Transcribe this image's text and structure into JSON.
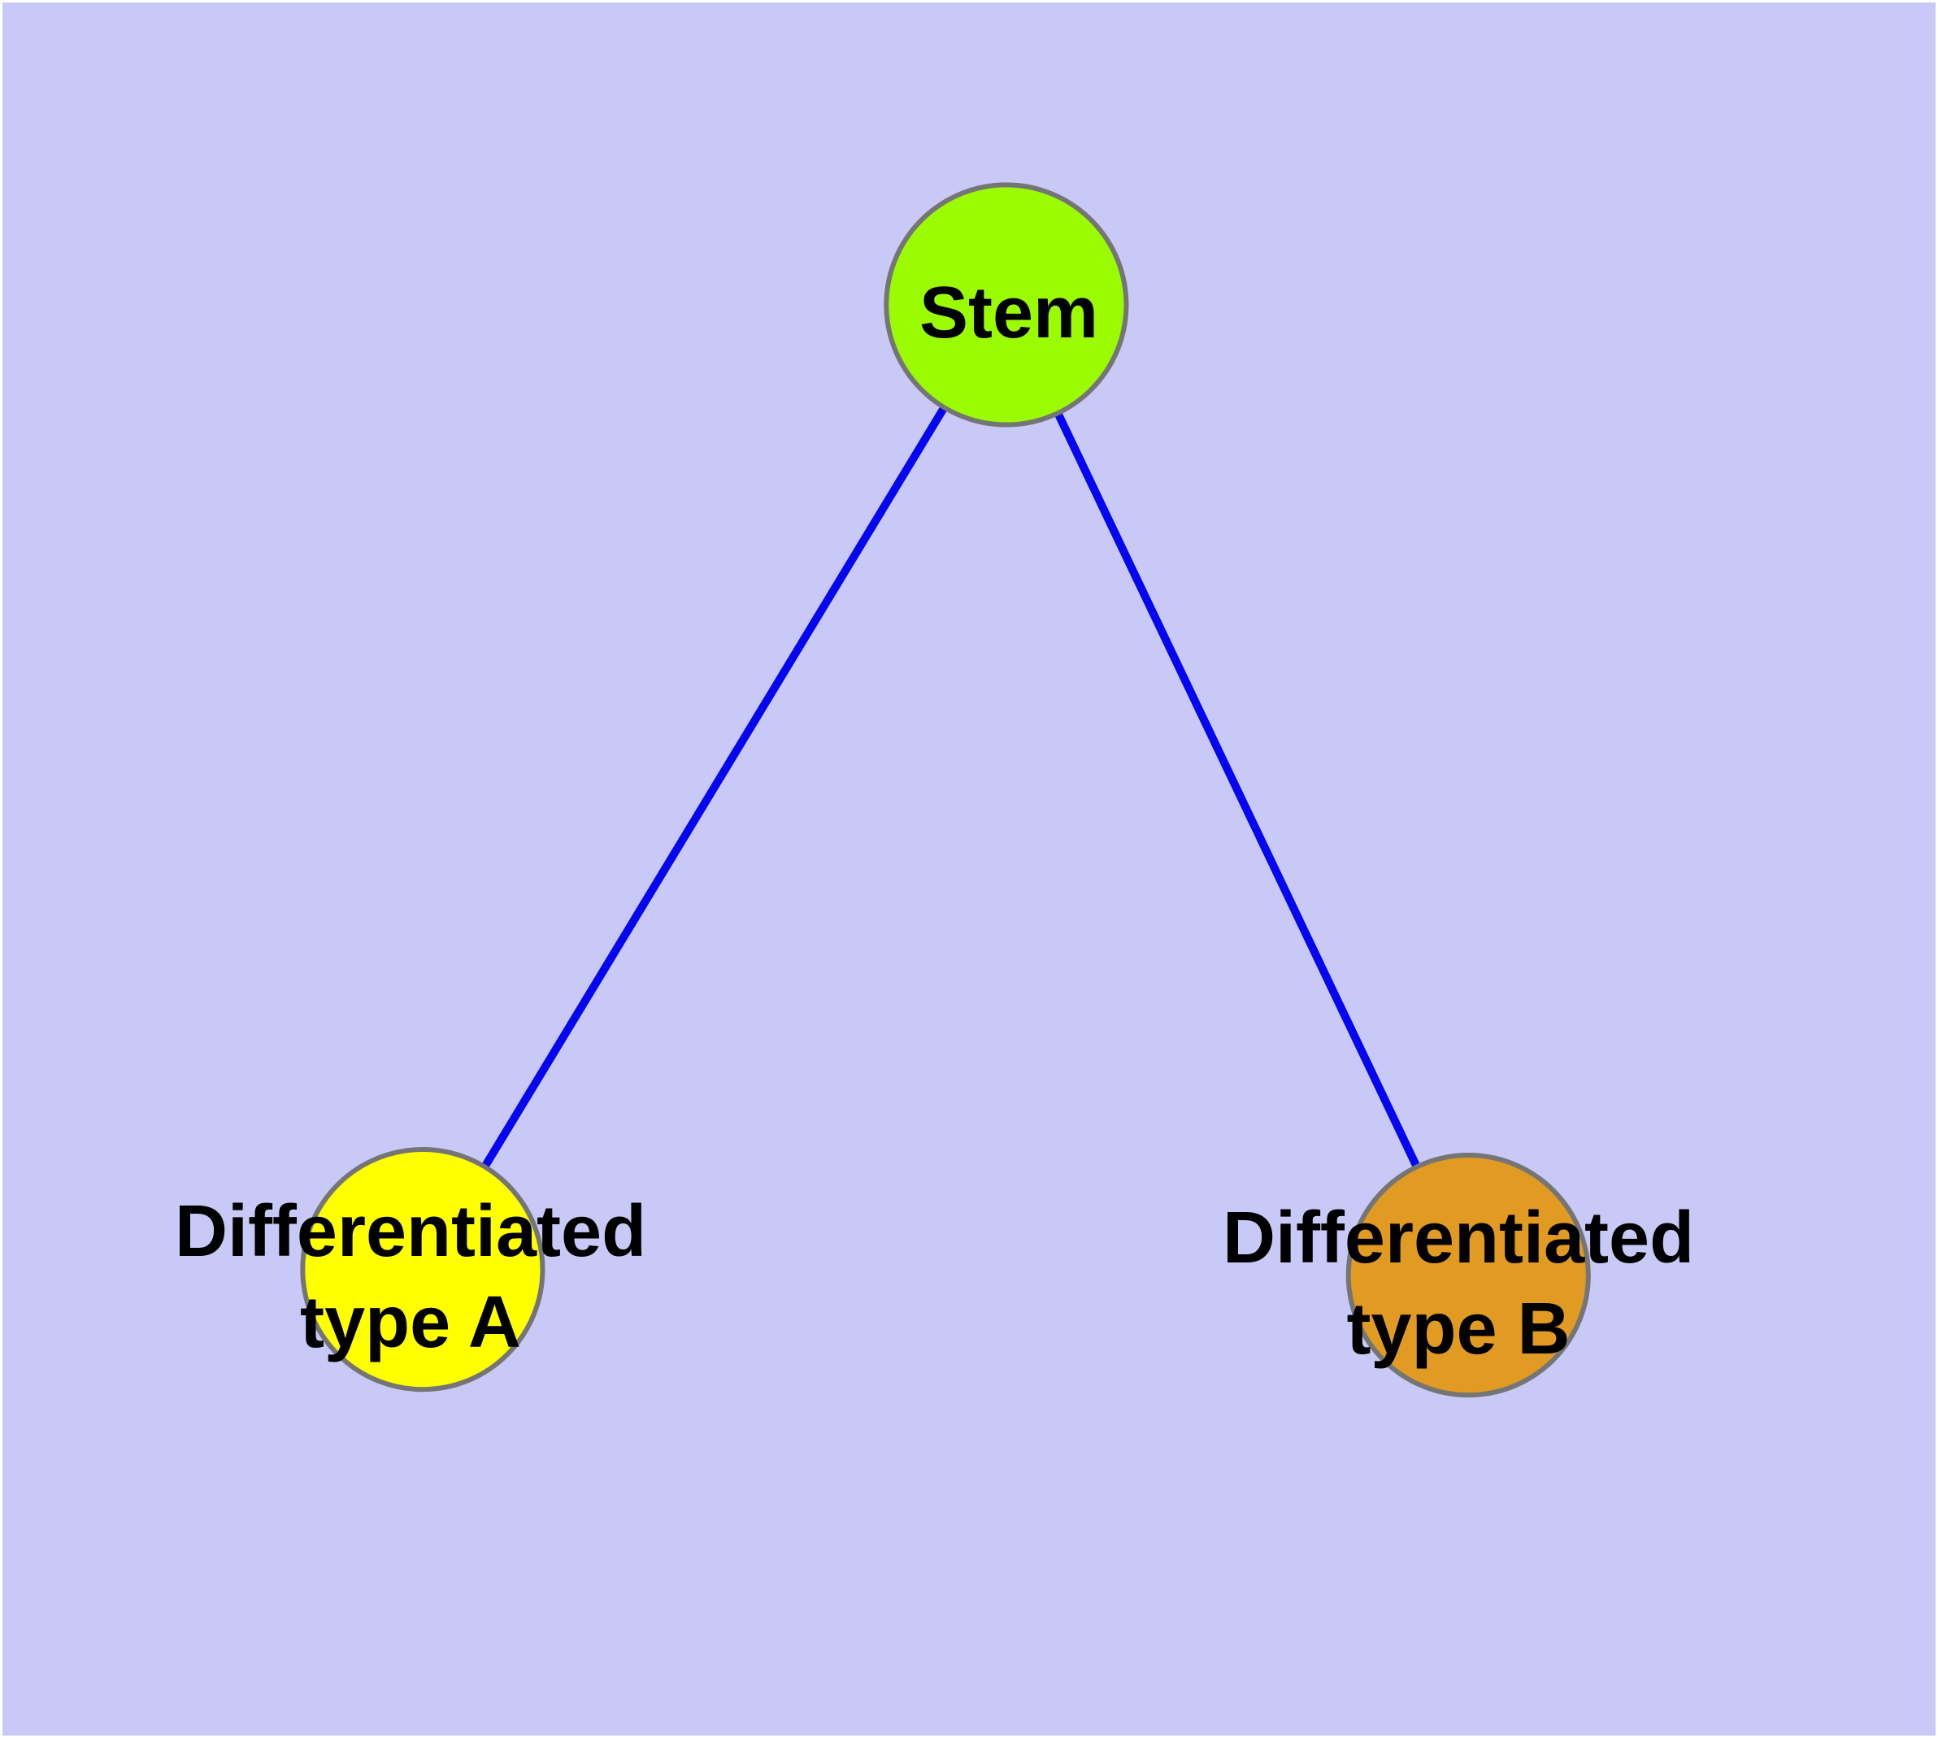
{
  "diagram": {
    "type": "node-link-graph",
    "background_color": "#C9C9F7",
    "page_margin_color": "#ffffff",
    "edge_color": "#0505F0",
    "node_border_color": "#757575",
    "label_color": "#000000",
    "nodes": [
      {
        "id": "stem",
        "label": "Stem",
        "fill": "#9BFB00"
      },
      {
        "id": "type-a",
        "label": "Differentiated\ntype A",
        "fill": "#FFFF00"
      },
      {
        "id": "type-b",
        "label": "Differentiated\ntype B",
        "fill": "#E19A22"
      }
    ],
    "edges": [
      {
        "from": "stem",
        "to": "type-a"
      },
      {
        "from": "stem",
        "to": "type-b"
      }
    ]
  }
}
